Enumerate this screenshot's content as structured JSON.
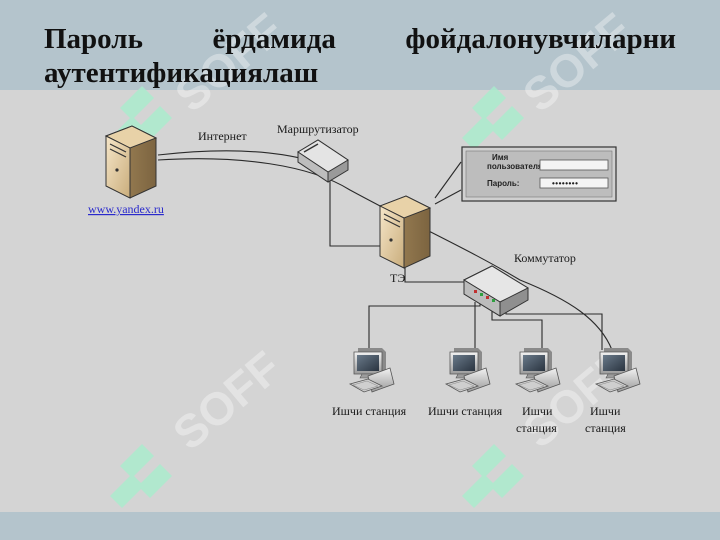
{
  "slide": {
    "title_words": [
      "Пароль",
      "ёрдамида",
      "фойдалонувчиларни"
    ],
    "title_line2": "аутентификациялаш"
  },
  "labels": {
    "internet": "Интернет",
    "router": "Маршрутизатор",
    "server_link": "www.yandex.ru",
    "te": "ТЭ",
    "switch": "Коммутатор",
    "ws1": "Ишчи станция",
    "ws2": "Ишчи станция",
    "ws3_line1": "Ишчи",
    "ws3_line2": "станция",
    "ws4_line1": "Ишчи",
    "ws4_line2": "станция"
  },
  "login_form": {
    "username_line1": "Имя",
    "username_line2": "пользователя:",
    "password_label": "Пароль:",
    "password_value": "••••••••"
  },
  "watermark": {
    "text": "SOFF"
  },
  "colors": {
    "header_band": "#b4c4cc",
    "background": "#d4d4d4",
    "link": "#2a2acc",
    "watermark_mint": "#a8eccc"
  },
  "icons": [
    "web-server-icon",
    "router-icon",
    "firewall-server-icon",
    "switch-icon",
    "workstation-icon",
    "login-form-icon"
  ]
}
